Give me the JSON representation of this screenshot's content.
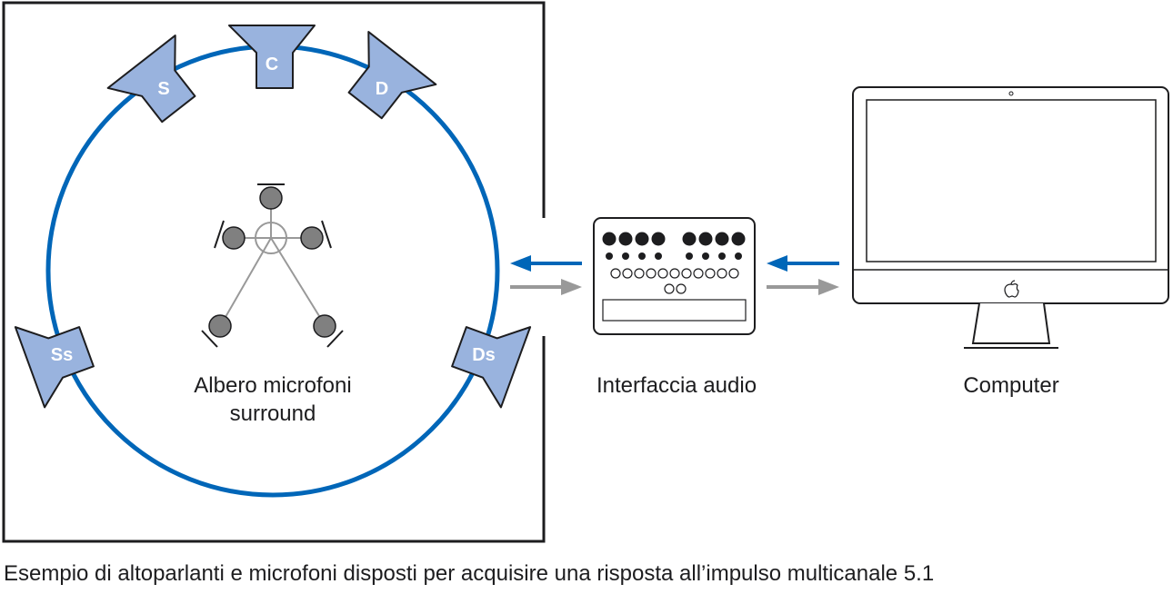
{
  "speakers": {
    "left": "S",
    "center": "C",
    "right": "D",
    "left_surround": "Ss",
    "right_surround": "Ds"
  },
  "labels": {
    "mic_tree_line1": "Albero microfoni",
    "mic_tree_line2": "surround",
    "audio_interface": "Interfaccia audio",
    "computer": "Computer"
  },
  "caption": "Esempio di altoparlanti e microfoni disposti per acquisire una risposta all’impulso multicanale 5.1",
  "colors": {
    "circle": "#0066b8",
    "speaker_fill": "#99b3de",
    "arrow_blue": "#0066b8",
    "arrow_gray": "#999999",
    "mic_fill": "#808080",
    "outline": "#1d1d1f"
  },
  "icons": {
    "computer": "apple-logo-icon"
  }
}
